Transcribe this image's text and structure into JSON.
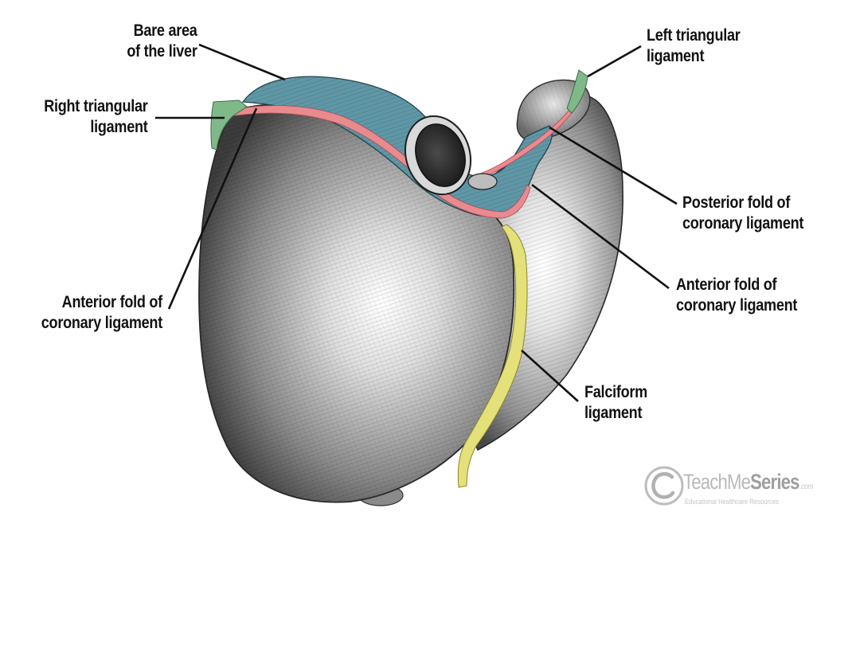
{
  "labels": {
    "bare_area": [
      "Bare area",
      "of the liver"
    ],
    "left_triangular": [
      "Left triangular",
      "ligament"
    ],
    "right_triangular": [
      "Right triangular",
      "ligament"
    ],
    "posterior_fold": [
      "Posterior fold of",
      "coronary ligament"
    ],
    "anterior_fold_right": [
      "Anterior fold of",
      "coronary ligament"
    ],
    "anterior_fold_left": [
      "Anterior fold of",
      "coronary ligament"
    ],
    "falciform": [
      "Falciform",
      "ligament"
    ]
  },
  "watermark": {
    "brand_light": "TeachMe",
    "brand_bold": "Series",
    "brand_suffix": ".com",
    "tagline": "Educational Healthcare Resources"
  },
  "colors": {
    "bare_area": "#5f97a6",
    "coronary_ligament": "#e98a8f",
    "triangular_ligament": "#7fb98a",
    "falciform_ligament": "#e4e07a",
    "liver_surface": "#7d7d7d"
  }
}
